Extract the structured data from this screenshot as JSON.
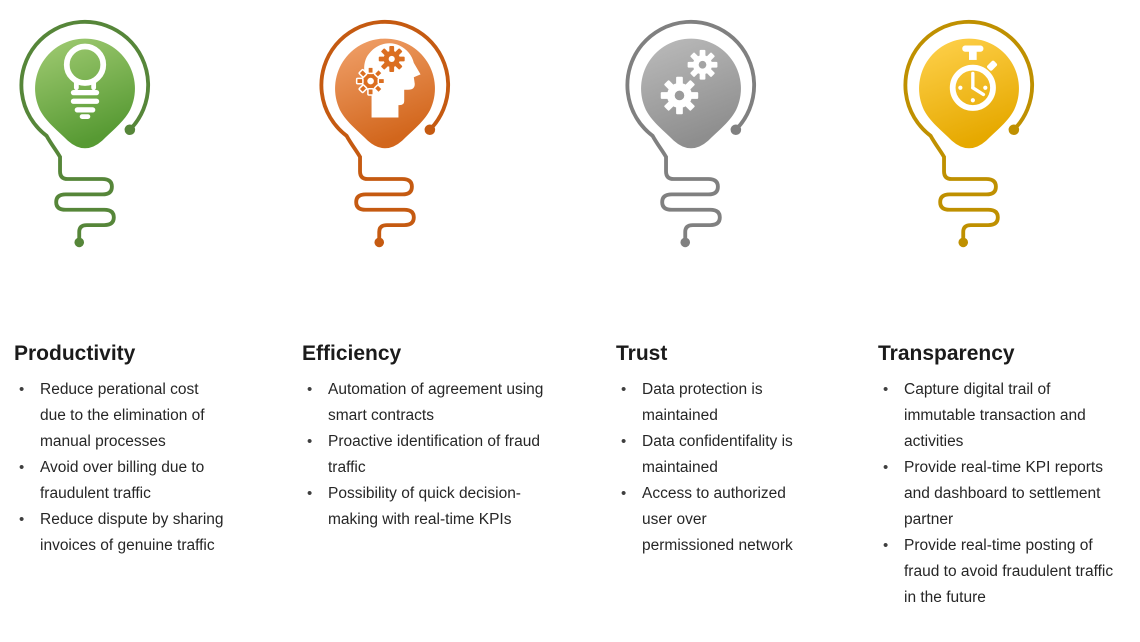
{
  "page": {
    "background_color": "#ffffff",
    "description": "Four lightbulb infographic of blockchain benefits"
  },
  "columns": [
    {
      "title": "Productivity",
      "icon": "idea-lightbulb-icon",
      "theme": {
        "fill_light": "#A2CC74",
        "fill_dark": "#579A33",
        "stroke": "#568639"
      },
      "bullets": [
        "Reduce perational cost due to the elimination of manual processes",
        "Avoid over billing due to fraudulent traffic",
        "Reduce dispute by sharing invoices of genuine traffic"
      ]
    },
    {
      "title": "Efficiency",
      "icon": "head-gears-lightbulb-icon",
      "theme": {
        "fill_light": "#F1A26C",
        "fill_dark": "#D2661C",
        "stroke": "#C55A11"
      },
      "bullets": [
        "Automation of agreement using smart contracts",
        "Proactive identification of fraud traffic",
        "Possibility of quick decision-making with real-time KPIs"
      ]
    },
    {
      "title": "Trust",
      "icon": "gears-lightbulb-icon",
      "theme": {
        "fill_light": "#BCBCBC",
        "fill_dark": "#8E8E8E",
        "stroke": "#808080"
      },
      "bullets": [
        "Data protection is maintained",
        "Data confidentifality is maintained",
        "Access to authorized user over permissioned network"
      ]
    },
    {
      "title": "Transparency",
      "icon": "stopwatch-lightbulb-icon",
      "theme": {
        "fill_light": "#FFD24E",
        "fill_dark": "#E6A900",
        "stroke": "#BF9000"
      },
      "bullets": [
        "Capture digital trail of immutable transaction and activities",
        "Provide real-time KPI reports and dashboard to settlement partner",
        "Provide real-time posting of fraud to avoid fraudulent traffic in the future"
      ]
    }
  ]
}
